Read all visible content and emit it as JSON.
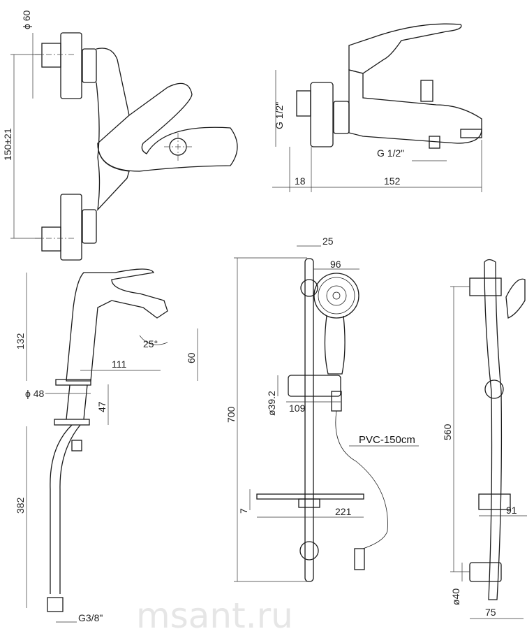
{
  "watermark": "msant.ru",
  "wall_mixer_front": {
    "diameter": "ϕ 60",
    "spacing": "150±21"
  },
  "wall_mixer_side": {
    "thread_inlet": "G 1/2\"",
    "thread_outlet": "G 1/2\"",
    "depth_wall": "18",
    "length": "152"
  },
  "basin_mixer": {
    "height": "132",
    "angle": "25°",
    "reach": "111",
    "spout_height": "60",
    "base_diameter": "ϕ 48",
    "shank": "47",
    "hose_length": "382",
    "hose_thread": "G3/8\""
  },
  "shower_set_front": {
    "bar_width": "25",
    "head_diameter": "96",
    "bar_length": "700",
    "holder_diameter": "ø39.2",
    "holder_reach": "109",
    "hose_label": "PVC-150cm",
    "shelf_thickness": "7",
    "shelf_width": "221"
  },
  "shower_set_side": {
    "bracket_spacing": "560",
    "shelf_depth": "91",
    "bracket_diameter": "ø40",
    "wall_offset": "75"
  }
}
